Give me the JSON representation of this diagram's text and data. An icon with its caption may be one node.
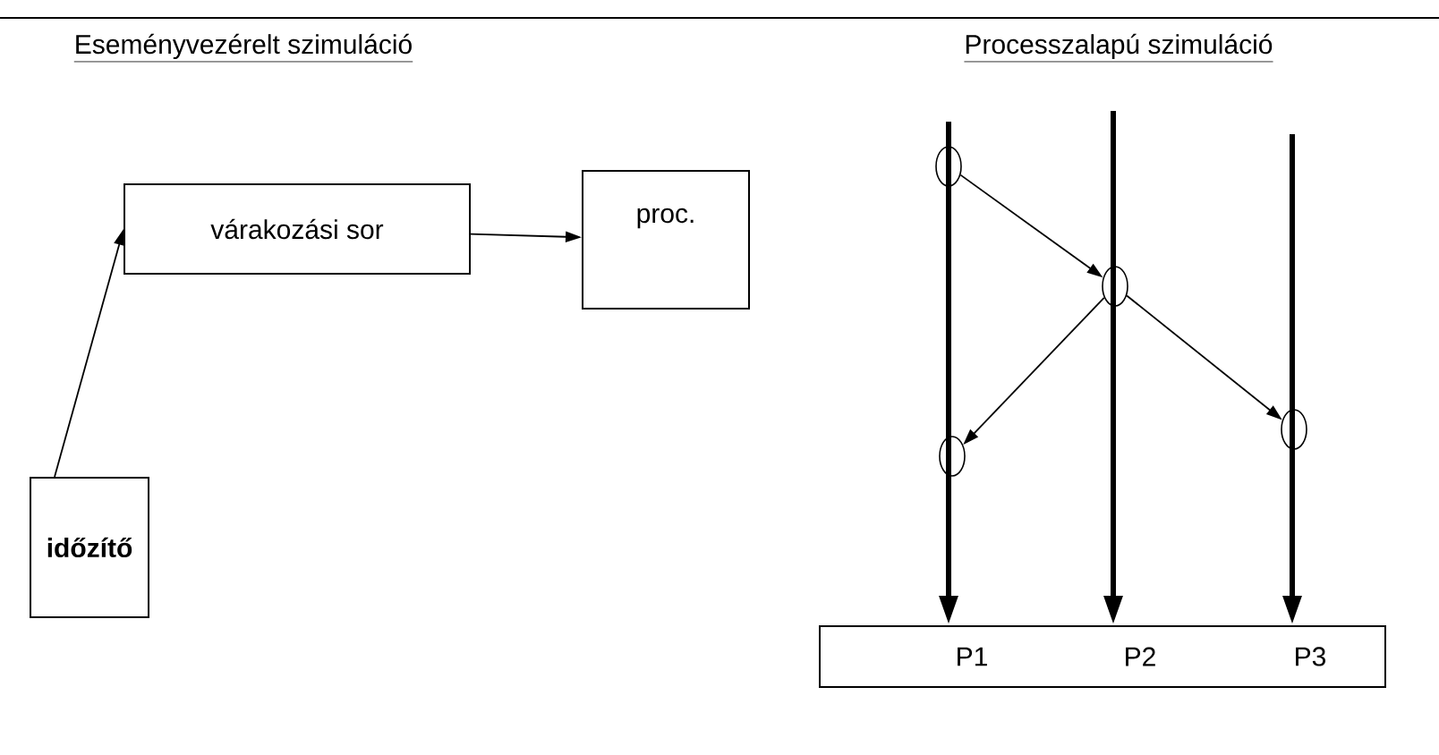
{
  "diagram": {
    "nodes": [
      {
        "text": [
          "várakozási sor"
        ]
      },
      {
        "text": [
          "proc."
        ]
      },
      {
        "text": [
          "időzítő"
        ]
      },
      {
        "text": [],
        "shape": "circle"
      },
      {
        "text": [],
        "shape": "circle"
      },
      {
        "text": [],
        "shape": "circle"
      },
      {
        "text": [],
        "shape": "circle"
      },
      {
        "text": [
          "P1",
          "P2",
          "P3"
        ]
      }
    ],
    "edges": [
      {
        "from": 2,
        "to": 0,
        "arrow": "to"
      },
      {
        "from": 0,
        "to": 1,
        "arrow": "to"
      },
      {
        "from": 3,
        "to": 4,
        "arrow": "to"
      },
      {
        "from": 4,
        "to": 5,
        "arrow": "to"
      },
      {
        "from": 4,
        "to": 6,
        "arrow": "to"
      },
      {
        "from": null,
        "to": 7,
        "arrow": "to",
        "style": "thick"
      },
      {
        "from": null,
        "to": 7,
        "arrow": "to",
        "style": "thick"
      },
      {
        "from": null,
        "to": 7,
        "arrow": "to",
        "style": "thick"
      }
    ],
    "labels": [
      "Eseményvezérelt szimuláció",
      "Processzalapú szimuláció"
    ]
  }
}
